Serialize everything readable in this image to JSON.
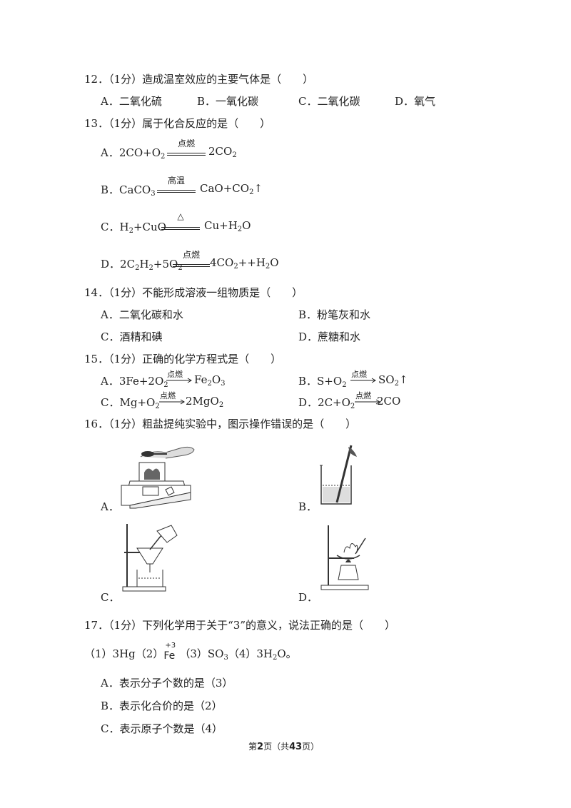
{
  "q12": {
    "stem": "12．（1分）造成温室效应的主要气体是（　　）",
    "options": [
      "A．二氧化硫",
      "B．一氧化碳",
      "C．二氧化碳",
      "D．氧气"
    ]
  },
  "q13": {
    "stem": "13．（1分）属于化合反应的是（　　）",
    "a_label": "A．",
    "a_left": "2CO+O",
    "a_left_sub": "2",
    "a_cond": "点燃",
    "a_right": "2CO",
    "a_right_sub": "2",
    "b_label": "B．",
    "b_left": "CaCO",
    "b_left_sub": "3",
    "b_cond": "高温",
    "b_right": "CaO+CO",
    "b_right_sub": "2",
    "b_up": "↑",
    "c_label": "C．",
    "c_left1": "H",
    "c_left_sub": "2",
    "c_left2": "+CuO",
    "c_cond": "△",
    "c_right1": "Cu+H",
    "c_right_sub": "2",
    "c_right2": "O",
    "d_label": "D．",
    "d_p1": "2C",
    "d_s1": "2",
    "d_p2": "H",
    "d_s2": "2",
    "d_p3": "+5O",
    "d_s3": "2",
    "d_cond": "点燃",
    "d_p4": "4CO",
    "d_s4": "2",
    "d_p5": "++H",
    "d_s5": "2",
    "d_p6": "O"
  },
  "q14": {
    "stem": "14．（1分）不能形成溶液一组物质是（　　）",
    "options": [
      "A．二氧化碳和水",
      "B．粉笔灰和水",
      "C．酒精和碘",
      "D．蔗糖和水"
    ]
  },
  "q15": {
    "stem": "15．（1分）正确的化学方程式是（　　）",
    "a_label": "A．",
    "a_left": "3Fe+2O",
    "a_left_sub": "2",
    "a_cond": "点燃",
    "a_right1": "Fe",
    "a_right_sub1": "2",
    "a_right2": "O",
    "a_right_sub2": "3",
    "b_label": "B．",
    "b_left": "S+O",
    "b_left_sub": "2",
    "b_cond": "点燃",
    "b_right": "SO",
    "b_right_sub": "2",
    "b_up": "↑",
    "c_label": "C．",
    "c_left": "Mg+O",
    "c_left_sub": "2",
    "c_cond": "点燃",
    "c_right": "2MgO",
    "c_right_sub": "2",
    "d_label": "D．",
    "d_left": "2C+O",
    "d_left_sub": "2",
    "d_cond": "点燃",
    "d_right": "2CO"
  },
  "q16": {
    "stem": "16．（1分）粗盐提纯实验中，图示操作错误的是（　　）",
    "labels": [
      "A．",
      "B．",
      "C．",
      "D．"
    ]
  },
  "q17": {
    "stem": "17．（1分）下列化学用于关于“3”的意义，说法正确的是（　　）",
    "items_1": "（1）3Hg（2）",
    "fe_sup": "+3",
    "fe": "Fe",
    "items_3a": "（3）SO",
    "items_3sub": "3",
    "items_4a": "（4）3H",
    "items_4sub": "2",
    "items_4b": "O。",
    "options": [
      "A．表示分子个数的是（3）",
      "B．表示化合价的是（2）",
      "C．表示原子个数是（4）"
    ]
  },
  "footer": {
    "pre": "第",
    "page": "2",
    "mid": "页（共",
    "total": "43",
    "post": "页）"
  }
}
